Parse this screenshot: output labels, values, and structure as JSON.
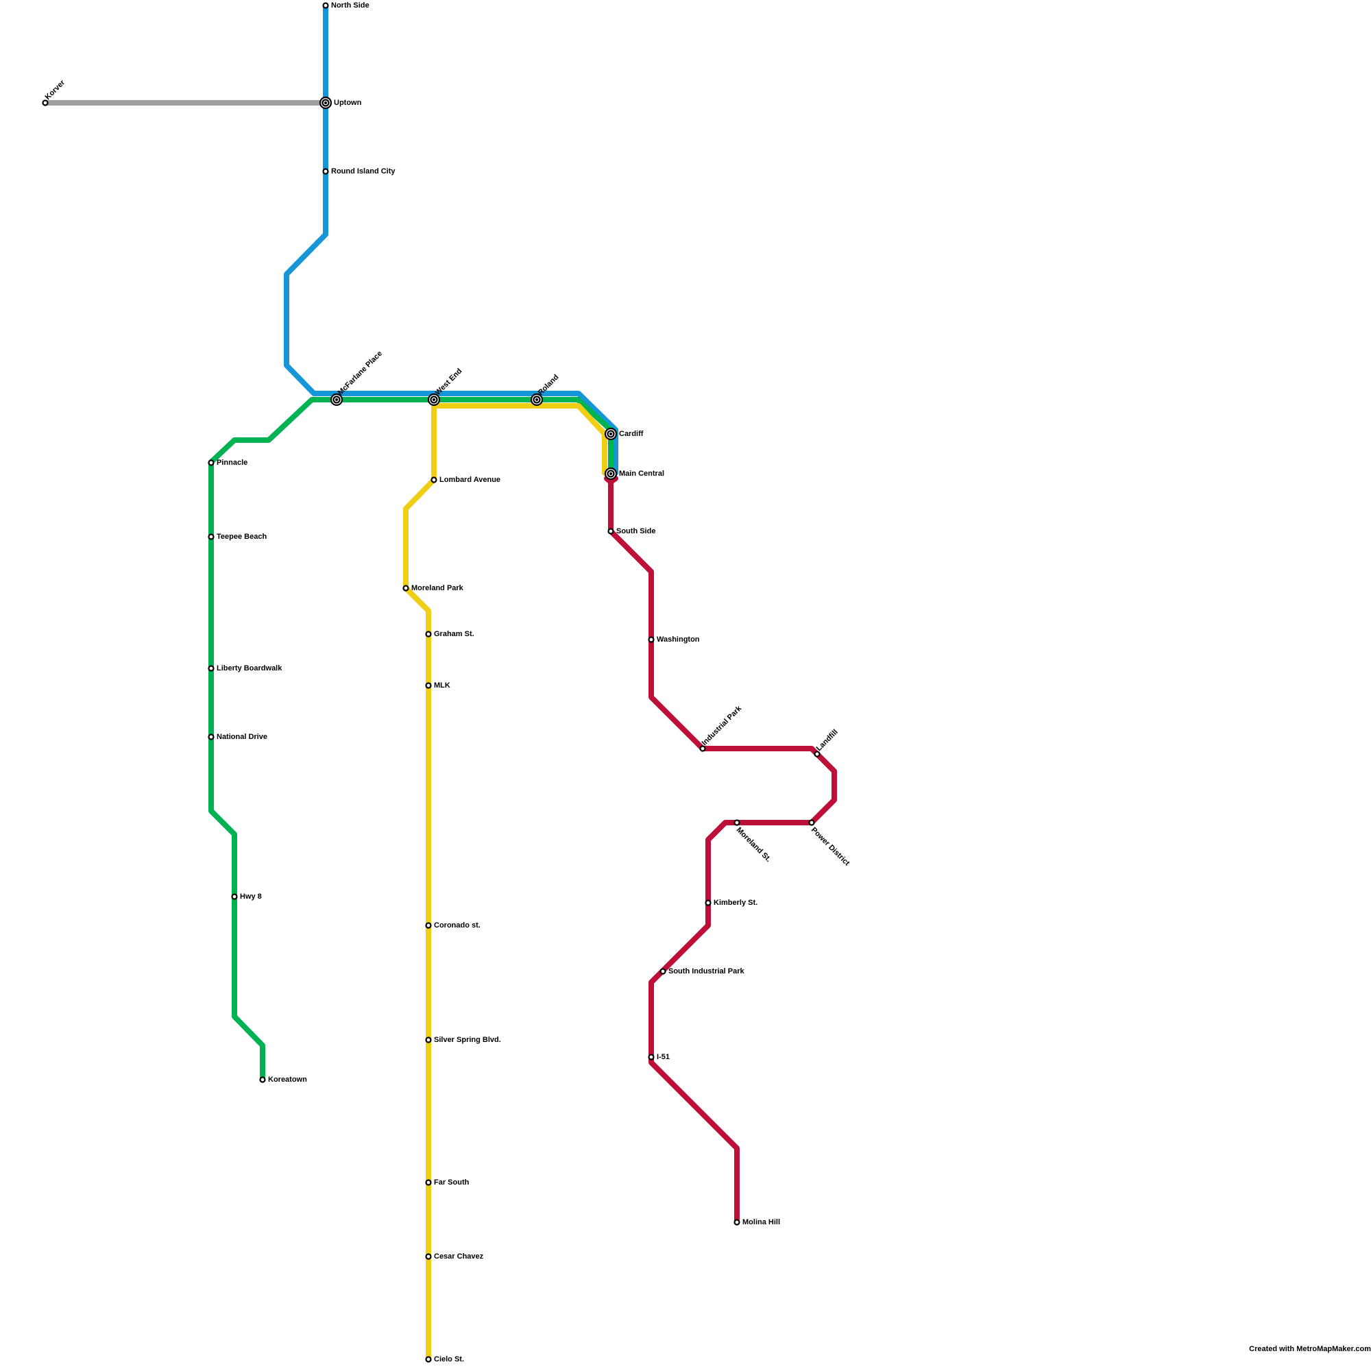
{
  "credit": "Created with MetroMapMaker.com",
  "lines": [
    {
      "id": "gray",
      "color": "#a0a0a0"
    },
    {
      "id": "blue",
      "color": "#1496d8"
    },
    {
      "id": "green",
      "color": "#00b251"
    },
    {
      "id": "yellow",
      "color": "#f0ce15"
    },
    {
      "id": "red",
      "color": "#bd1038"
    }
  ],
  "stations": [
    {
      "id": "north-side",
      "name": "North Side"
    },
    {
      "id": "korver",
      "name": "Korver"
    },
    {
      "id": "uptown",
      "name": "Uptown"
    },
    {
      "id": "round-island-city",
      "name": "Round Island City"
    },
    {
      "id": "mcfarlane-place",
      "name": "McFarlane Place"
    },
    {
      "id": "west-end",
      "name": "West End"
    },
    {
      "id": "roland",
      "name": "Roland"
    },
    {
      "id": "cardiff",
      "name": "Cardiff"
    },
    {
      "id": "main-central",
      "name": "Main Central"
    },
    {
      "id": "pinnacle",
      "name": "Pinnacle"
    },
    {
      "id": "teepee-beach",
      "name": "Teepee Beach"
    },
    {
      "id": "liberty-boardwalk",
      "name": "Liberty Boardwalk"
    },
    {
      "id": "national-drive",
      "name": "National Drive"
    },
    {
      "id": "hwy-8",
      "name": "Hwy 8"
    },
    {
      "id": "koreatown",
      "name": "Koreatown"
    },
    {
      "id": "lombard-avenue",
      "name": "Lombard Avenue"
    },
    {
      "id": "moreland-park",
      "name": "Moreland Park"
    },
    {
      "id": "graham-st",
      "name": "Graham St."
    },
    {
      "id": "mlk",
      "name": "MLK"
    },
    {
      "id": "coronado-st",
      "name": "Coronado st."
    },
    {
      "id": "silver-spring-blvd",
      "name": "Silver Spring Blvd."
    },
    {
      "id": "far-south",
      "name": "Far South"
    },
    {
      "id": "cesar-chavez",
      "name": "Cesar Chavez"
    },
    {
      "id": "cielo-st",
      "name": "Cielo St."
    },
    {
      "id": "south-side",
      "name": "South Side"
    },
    {
      "id": "washington",
      "name": "Washington"
    },
    {
      "id": "industrial-park",
      "name": "Industrial Park"
    },
    {
      "id": "landfill",
      "name": "Landfill"
    },
    {
      "id": "moreland-st",
      "name": "Moreland St."
    },
    {
      "id": "power-district",
      "name": "Power District"
    },
    {
      "id": "kimberly-st",
      "name": "Kimberly St."
    },
    {
      "id": "south-industrial-park",
      "name": "South Industrial Park"
    },
    {
      "id": "i-51",
      "name": "I-51"
    },
    {
      "id": "molina-hill",
      "name": "Molina Hill"
    }
  ]
}
